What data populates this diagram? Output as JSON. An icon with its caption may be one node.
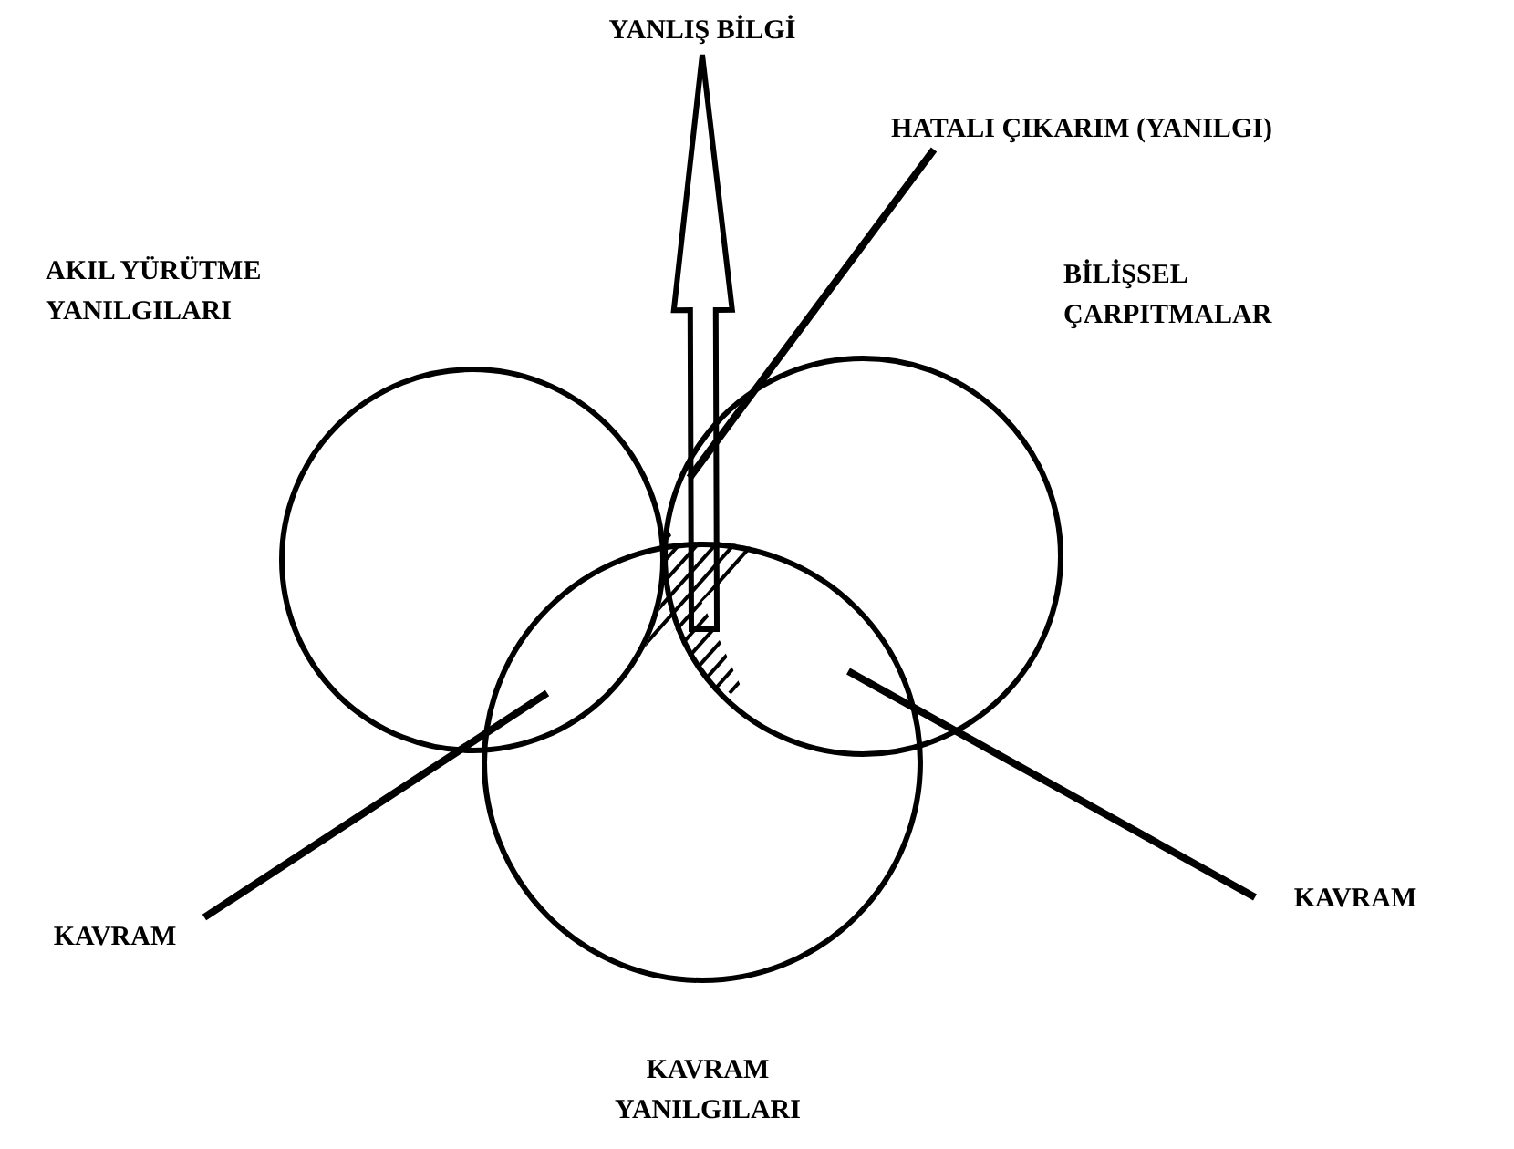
{
  "diagram": {
    "nodes": [
      {
        "text": [
          "AKIL YÜRÜTME YANILGILARI"
        ]
      },
      {
        "text": [
          "BİLİŞSEL ÇARPITMALAR"
        ]
      },
      {
        "text": [
          "KAVRAM YANILGILARI"
        ]
      },
      {
        "text": [
          "YANLIŞ BİLGİ"
        ]
      },
      {
        "text": [
          "HATALI ÇIKARIM (YANILGI)"
        ]
      },
      {
        "text": [
          "KAVRAM"
        ]
      },
      {
        "text": [
          "KAVRAM"
        ]
      }
    ],
    "edges": [
      {
        "from": null,
        "to": 3,
        "arrow": "to"
      },
      {
        "from": 4,
        "to": 1,
        "arrow": "none"
      },
      {
        "from": 5,
        "to": 0,
        "arrow": "none"
      },
      {
        "from": 6,
        "to": 1,
        "arrow": "none"
      }
    ]
  }
}
